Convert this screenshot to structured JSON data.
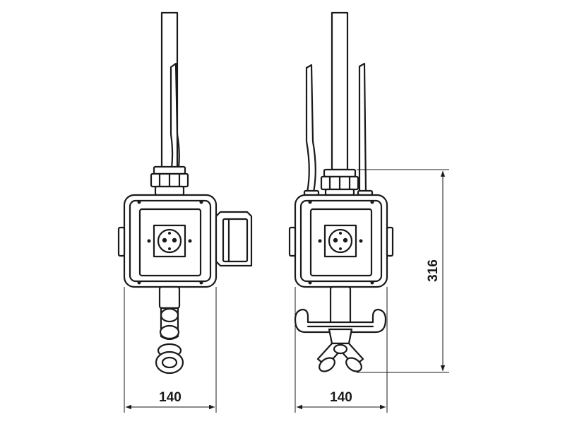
{
  "dimensions": {
    "left_width": "140",
    "right_width": "140",
    "right_height": "316"
  }
}
